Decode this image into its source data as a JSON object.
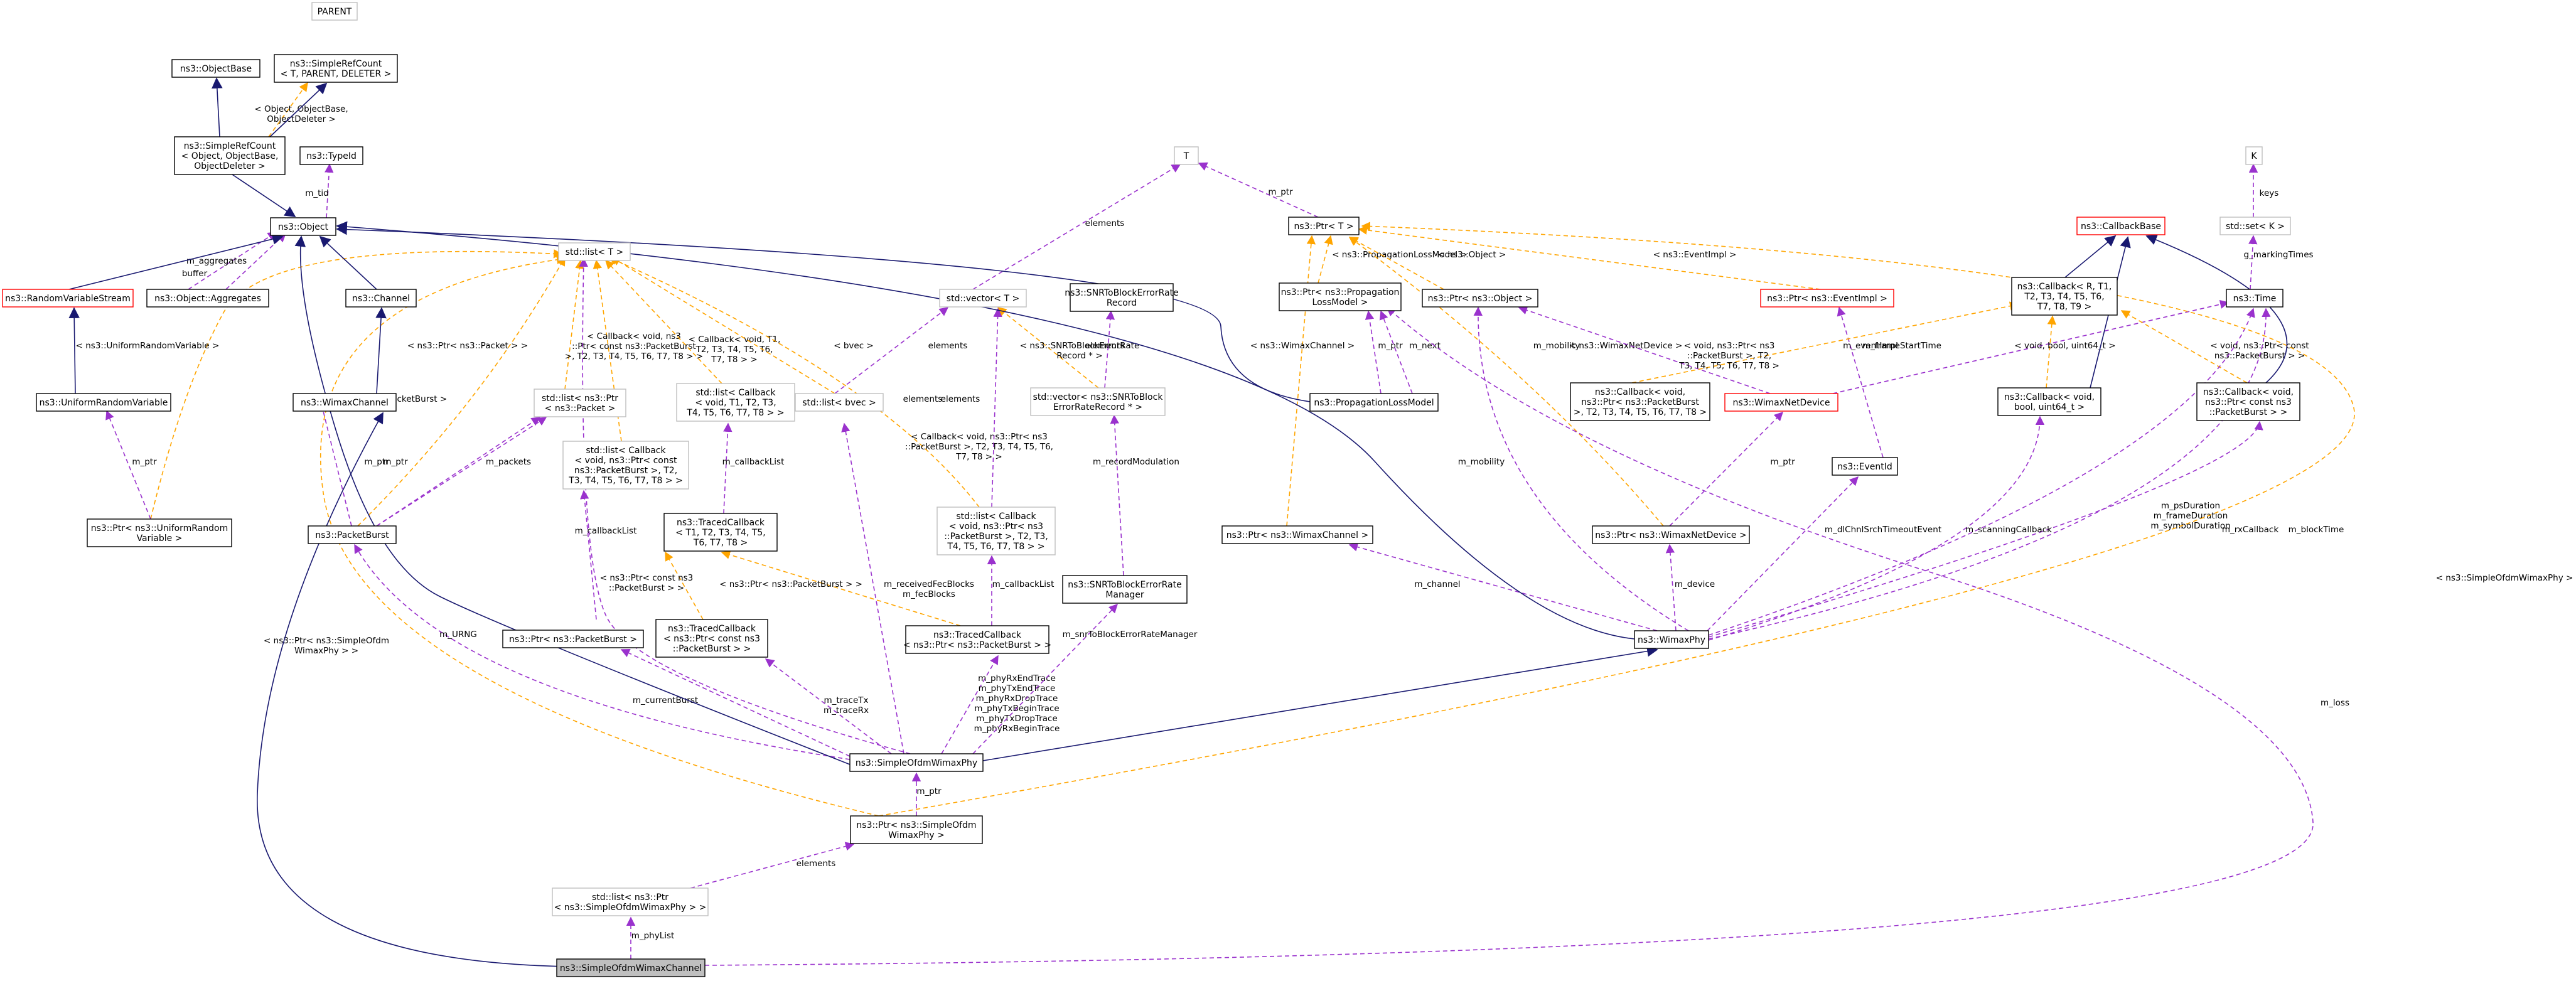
{
  "colors": {
    "inheritance": "#191970",
    "usage": "#9a32cd",
    "template": "#ffa500",
    "undocumented_border": "#bfbfbf",
    "missing_border": "#ff0000",
    "focus_fill": "#bfbfbf"
  },
  "nodes": [
    {
      "id": "parent",
      "style": "grey",
      "lines": [
        "PARENT"
      ]
    },
    {
      "id": "objectbase",
      "style": "",
      "lines": [
        "ns3::ObjectBase"
      ]
    },
    {
      "id": "srefcount_tpl",
      "style": "",
      "lines": [
        "ns3::SimpleRefCount",
        "< T, PARENT, DELETER >"
      ]
    },
    {
      "id": "srefcount",
      "style": "",
      "lines": [
        "ns3::SimpleRefCount",
        "< Object, ObjectBase,",
        "ObjectDeleter >"
      ]
    },
    {
      "id": "typeid",
      "style": "",
      "lines": [
        "ns3::TypeId"
      ]
    },
    {
      "id": "object",
      "style": "",
      "lines": [
        "ns3::Object"
      ]
    },
    {
      "id": "rvs",
      "style": "red",
      "lines": [
        "ns3::RandomVariableStream"
      ]
    },
    {
      "id": "aggregates",
      "style": "",
      "lines": [
        "ns3::Object::Aggregates"
      ]
    },
    {
      "id": "channel",
      "style": "",
      "lines": [
        "ns3::Channel"
      ]
    },
    {
      "id": "urv",
      "style": "",
      "lines": [
        "ns3::UniformRandomVariable"
      ]
    },
    {
      "id": "wimaxchannel",
      "style": "",
      "lines": [
        "ns3::WimaxChannel"
      ]
    },
    {
      "id": "ptr_urv",
      "style": "",
      "lines": [
        "ns3::Ptr< ns3::UniformRandom",
        "Variable >"
      ]
    },
    {
      "id": "packetburst",
      "style": "",
      "lines": [
        "ns3::PacketBurst"
      ]
    },
    {
      "id": "ptr_packetburst",
      "style": "",
      "lines": [
        "ns3::Ptr< ns3::PacketBurst >"
      ]
    },
    {
      "id": "list_t",
      "style": "grey",
      "lines": [
        "std::list< T >"
      ]
    },
    {
      "id": "list_ptr_packet",
      "style": "grey",
      "lines": [
        "std::list< ns3::Ptr",
        "< ns3::Packet >"
      ]
    },
    {
      "id": "list_callback_pb",
      "style": "grey",
      "lines": [
        "std::list< Callback",
        "< void, ns3::Ptr< const",
        "ns3::PacketBurst >, T2,",
        "T3, T4, T5, T6, T7, T8 > >"
      ]
    },
    {
      "id": "list_callback_t1",
      "style": "grey",
      "lines": [
        "std::list< Callback",
        "< void, T1, T2, T3,",
        "T4, T5, T6, T7, T8 > >"
      ]
    },
    {
      "id": "traced_tpl",
      "style": "",
      "lines": [
        "ns3::TracedCallback",
        "< T1, T2, T3, T4, T5,",
        "T6, T7, T8 >"
      ]
    },
    {
      "id": "traced_const_pb",
      "style": "",
      "lines": [
        "ns3::TracedCallback",
        "< ns3::Ptr< const ns3",
        "::PacketBurst > >"
      ]
    },
    {
      "id": "t",
      "style": "grey",
      "lines": [
        "T"
      ]
    },
    {
      "id": "vector_t",
      "style": "grey",
      "lines": [
        "std::vector< T >"
      ]
    },
    {
      "id": "snr_record",
      "style": "",
      "lines": [
        "ns3::SNRToBlockErrorRate",
        "Record"
      ]
    },
    {
      "id": "list_bvec",
      "style": "grey",
      "lines": [
        "std::list< bvec >"
      ]
    },
    {
      "id": "vector_snr",
      "style": "grey",
      "lines": [
        "std::vector< ns3::SNRToBlock",
        "ErrorRateRecord * >"
      ]
    },
    {
      "id": "list_callback_pb2",
      "style": "grey",
      "lines": [
        "std::list< Callback",
        "< void, ns3::Ptr< ns3",
        "::PacketBurst >, T2, T3,",
        "T4, T5, T6, T7, T8 > >"
      ]
    },
    {
      "id": "traced_pb",
      "style": "",
      "lines": [
        "ns3::TracedCallback",
        "< ns3::Ptr< ns3::PacketBurst > >"
      ]
    },
    {
      "id": "snr_manager",
      "style": "",
      "lines": [
        "ns3::SNRToBlockErrorRate",
        "Manager"
      ]
    },
    {
      "id": "ptr_t",
      "style": "",
      "lines": [
        "ns3::Ptr< T >"
      ]
    },
    {
      "id": "ptr_plm",
      "style": "",
      "lines": [
        "ns3::Ptr< ns3::Propagation",
        "LossModel >"
      ]
    },
    {
      "id": "ptr_object",
      "style": "",
      "lines": [
        "ns3::Ptr< ns3::Object >"
      ]
    },
    {
      "id": "plm",
      "style": "",
      "lines": [
        "ns3::PropagationLossModel"
      ]
    },
    {
      "id": "ptr_eventimpl",
      "style": "red",
      "lines": [
        "ns3::Ptr< ns3::EventImpl >"
      ]
    },
    {
      "id": "callback_pb_wnd",
      "style": "",
      "lines": [
        "ns3::Callback< void,",
        "ns3::Ptr< ns3::PacketBurst",
        ">, T2, T3, T4, T5, T6, T7, T8 >"
      ]
    },
    {
      "id": "wimaxnetdevice",
      "style": "red",
      "lines": [
        "ns3::WimaxNetDevice"
      ]
    },
    {
      "id": "ptr_wimaxchannel",
      "style": "",
      "lines": [
        "ns3::Ptr< ns3::WimaxChannel >"
      ]
    },
    {
      "id": "eventid",
      "style": "",
      "lines": [
        "ns3::EventId"
      ]
    },
    {
      "id": "ptr_wimaxnetdevice",
      "style": "",
      "lines": [
        "ns3::Ptr< ns3::WimaxNetDevice >"
      ]
    },
    {
      "id": "wimaxphy",
      "style": "",
      "lines": [
        "ns3::WimaxPhy"
      ]
    },
    {
      "id": "callbackbase",
      "style": "red",
      "lines": [
        "ns3::CallbackBase"
      ]
    },
    {
      "id": "callback_tpl",
      "style": "",
      "lines": [
        "ns3::Callback< R, T1,",
        "T2, T3, T4, T5, T6,",
        "T7, T8, T9 >"
      ]
    },
    {
      "id": "callback_bool",
      "style": "",
      "lines": [
        "ns3::Callback< void,",
        "bool, uint64_t >"
      ]
    },
    {
      "id": "k",
      "style": "grey",
      "lines": [
        "K"
      ]
    },
    {
      "id": "set_k",
      "style": "grey",
      "lines": [
        "std::set< K >"
      ]
    },
    {
      "id": "time",
      "style": "",
      "lines": [
        "ns3::Time"
      ]
    },
    {
      "id": "callback_const_pb",
      "style": "",
      "lines": [
        "ns3::Callback< void,",
        "ns3::Ptr< const ns3",
        "::PacketBurst > >"
      ]
    },
    {
      "id": "simpleofdmphy",
      "style": "",
      "lines": [
        "ns3::SimpleOfdmWimaxPhy"
      ]
    },
    {
      "id": "ptr_simpleofdmphy",
      "style": "",
      "lines": [
        "ns3::Ptr< ns3::SimpleOfdm",
        "WimaxPhy >"
      ]
    },
    {
      "id": "list_ptr_simpleofdm",
      "style": "grey",
      "lines": [
        "std::list< ns3::Ptr",
        "< ns3::SimpleOfdmWimaxPhy > >"
      ]
    },
    {
      "id": "simpleofdmchannel",
      "style": "focus",
      "lines": [
        "ns3::SimpleOfdmWimaxChannel"
      ]
    }
  ],
  "edges": [
    {
      "kind": "orange",
      "label": [
        "< Object, ObjectBase,",
        "ObjectDeleter >"
      ]
    },
    {
      "kind": "purple",
      "label": [
        "m_tid"
      ]
    },
    {
      "kind": "purple",
      "label": [
        "buffer"
      ]
    },
    {
      "kind": "purple",
      "label": [
        "m_aggregates"
      ]
    },
    {
      "kind": "orange",
      "label": [
        "< ns3::UniformRandomVariable >"
      ]
    },
    {
      "kind": "purple",
      "label": [
        "m_ptr"
      ]
    },
    {
      "kind": "orange",
      "label": [
        "< ns3::PacketBurst >"
      ]
    },
    {
      "kind": "orange",
      "label": [
        "< ns3::Ptr< ns3::Packet > >"
      ]
    },
    {
      "kind": "purple",
      "label": [
        "m_ptr"
      ]
    },
    {
      "kind": "purple",
      "label": [
        "m_packets"
      ]
    },
    {
      "kind": "orange",
      "label": [
        "< Callback< void, ns3",
        "::Ptr< const ns3::PacketBurst",
        ">, T2, T3, T4, T5, T6, T7, T8 > >"
      ]
    },
    {
      "kind": "orange",
      "label": [
        "< Callback< void, T1,",
        "T2, T3, T4, T5, T6,",
        "T7, T8 > >"
      ]
    },
    {
      "kind": "orange",
      "label": [
        "< bvec >"
      ]
    },
    {
      "kind": "purple",
      "label": [
        "elements"
      ]
    },
    {
      "kind": "purple",
      "label": [
        "elements"
      ]
    },
    {
      "kind": "purple",
      "label": [
        "m_callbackList"
      ]
    },
    {
      "kind": "purple",
      "label": [
        "m_callbackList"
      ]
    },
    {
      "kind": "orange",
      "label": [
        "< ns3::Ptr< const ns3",
        "::PacketBurst > >"
      ]
    },
    {
      "kind": "orange",
      "label": [
        "< ns3::Ptr< ns3::PacketBurst > >"
      ]
    },
    {
      "kind": "orange",
      "label": [
        "< Callback< void, ns3::Ptr< ns3",
        "::PacketBurst >, T2, T3, T4, T5, T6,",
        "T7, T8 > >"
      ]
    },
    {
      "kind": "purple",
      "label": [
        "m_callbackList"
      ]
    },
    {
      "kind": "orange",
      "label": [
        "< ns3::SNRToBlockErrorRate",
        "Record * >"
      ]
    },
    {
      "kind": "purple",
      "label": [
        "elements"
      ]
    },
    {
      "kind": "purple",
      "label": [
        "elements"
      ]
    },
    {
      "kind": "purple",
      "label": [
        "m_recordModulation"
      ]
    },
    {
      "kind": "purple",
      "label": [
        "m_ptr"
      ]
    },
    {
      "kind": "orange",
      "label": [
        "< ns3::PropagationLossModel >"
      ]
    },
    {
      "kind": "orange",
      "label": [
        "< ns3::Object >"
      ]
    },
    {
      "kind": "orange",
      "label": [
        "< ns3::EventImpl >"
      ]
    },
    {
      "kind": "purple",
      "label": [
        "m_ptr"
      ]
    },
    {
      "kind": "purple",
      "label": [
        "m_next"
      ]
    },
    {
      "kind": "orange",
      "label": [
        "< ns3::WimaxChannel >"
      ]
    },
    {
      "kind": "orange",
      "label": [
        "< ns3::WimaxNetDevice >"
      ]
    },
    {
      "kind": "purple",
      "label": [
        "m_mobility"
      ]
    },
    {
      "kind": "purple",
      "label": [
        "m_eventImpl"
      ]
    },
    {
      "kind": "orange",
      "label": [
        "< void, ns3::Ptr< ns3",
        "::PacketBurst >, T2,",
        "T3, T4, T5, T6, T7, T8 >"
      ]
    },
    {
      "kind": "purple",
      "label": [
        "m_frameStartTime"
      ]
    },
    {
      "kind": "purple",
      "label": [
        "keys"
      ]
    },
    {
      "kind": "purple",
      "label": [
        "g_markingTimes"
      ]
    },
    {
      "kind": "orange",
      "label": [
        "< void, bool, uint64_t >"
      ]
    },
    {
      "kind": "orange",
      "label": [
        "< void, ns3::Ptr< const",
        "ns3::PacketBurst > >"
      ]
    },
    {
      "kind": "purple",
      "label": [
        "elements"
      ]
    },
    {
      "kind": "purple",
      "label": [
        "m_ptr"
      ]
    },
    {
      "kind": "purple",
      "label": [
        "m_mobility"
      ]
    },
    {
      "kind": "purple",
      "label": [
        "m_dlChnlSrchTimeoutEvent"
      ]
    },
    {
      "kind": "purple",
      "label": [
        "m_psDuration",
        "m_frameDuration",
        "m_symbolDuration"
      ]
    },
    {
      "kind": "purple",
      "label": [
        "m_rxCallback"
      ]
    },
    {
      "kind": "purple",
      "label": [
        "m_blockTime"
      ]
    },
    {
      "kind": "orange",
      "label": [
        "< ns3::SimpleOfdmWimaxPhy >"
      ]
    },
    {
      "kind": "purple",
      "label": [
        "m_scanningCallback"
      ]
    },
    {
      "kind": "purple",
      "label": [
        "m_channel"
      ]
    },
    {
      "kind": "purple",
      "label": [
        "m_device"
      ]
    },
    {
      "kind": "purple",
      "label": [
        "m_ptr"
      ]
    },
    {
      "kind": "purple",
      "label": [
        "m_URNG"
      ]
    },
    {
      "kind": "purple",
      "label": [
        "m_currentBurst"
      ]
    },
    {
      "kind": "purple",
      "label": [
        "m_traceTx",
        "m_traceRx"
      ]
    },
    {
      "kind": "purple",
      "label": [
        "m_receivedFecBlocks",
        "m_fecBlocks"
      ]
    },
    {
      "kind": "purple",
      "label": [
        "m_phyRxEndTrace",
        "m_phyTxEndTrace",
        "m_phyRxDropTrace",
        "m_phyTxBeginTrace",
        "m_phyTxDropTrace",
        "m_phyRxBeginTrace"
      ]
    },
    {
      "kind": "purple",
      "label": [
        "m_snrToBlockErrorRateManager"
      ]
    },
    {
      "kind": "orange",
      "label": [
        "< ns3::Ptr< ns3::SimpleOfdm",
        "WimaxPhy > >"
      ]
    },
    {
      "kind": "purple",
      "label": [
        "m_ptr"
      ]
    },
    {
      "kind": "purple",
      "label": [
        "elements"
      ]
    },
    {
      "kind": "purple",
      "label": [
        "m_phyList"
      ]
    },
    {
      "kind": "purple",
      "label": [
        "m_loss"
      ]
    },
    {
      "kind": "navy",
      "label": []
    },
    {
      "kind": "navy",
      "label": []
    },
    {
      "kind": "navy",
      "label": []
    },
    {
      "kind": "navy",
      "label": []
    },
    {
      "kind": "navy",
      "label": []
    },
    {
      "kind": "navy",
      "label": []
    },
    {
      "kind": "navy",
      "label": []
    },
    {
      "kind": "navy",
      "label": []
    },
    {
      "kind": "navy",
      "label": []
    },
    {
      "kind": "navy",
      "label": []
    },
    {
      "kind": "navy",
      "label": []
    },
    {
      "kind": "navy",
      "label": []
    },
    {
      "kind": "navy",
      "label": []
    },
    {
      "kind": "navy",
      "label": []
    },
    {
      "kind": "navy",
      "label": []
    }
  ]
}
